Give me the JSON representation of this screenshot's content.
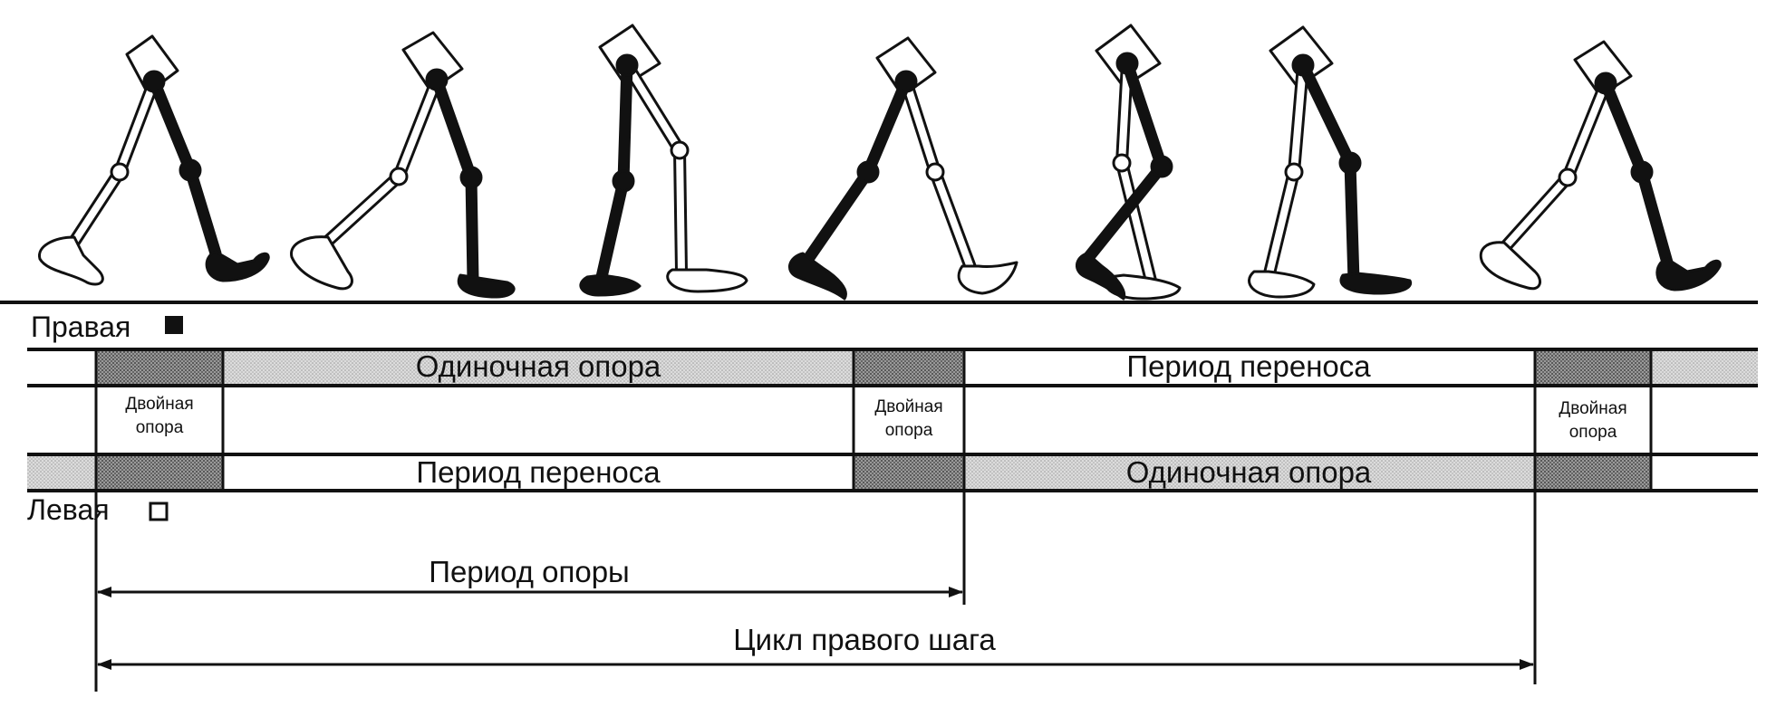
{
  "colors": {
    "ink": "#111111",
    "single_support_fill": "#d6d6d6",
    "double_support_fill": "#8c8c8c",
    "background": "#ffffff",
    "right_leg": "#111111",
    "left_leg": "#ffffff"
  },
  "legend": {
    "right": {
      "label": "Правая",
      "marker": "filled-square-icon"
    },
    "left": {
      "label": "Левая",
      "marker": "empty-square-icon"
    }
  },
  "phases": {
    "right_row": [
      "Одиночная опора",
      "Период переноса"
    ],
    "left_row": [
      "Период переноса",
      "Одиночная опора"
    ],
    "double_support": [
      "Двойная опора",
      "Двойная опора",
      "Двойная опора"
    ]
  },
  "spans": {
    "support_period": "Период опоры",
    "step_cycle": "Цикл правого шага"
  },
  "figures_count": 7
}
